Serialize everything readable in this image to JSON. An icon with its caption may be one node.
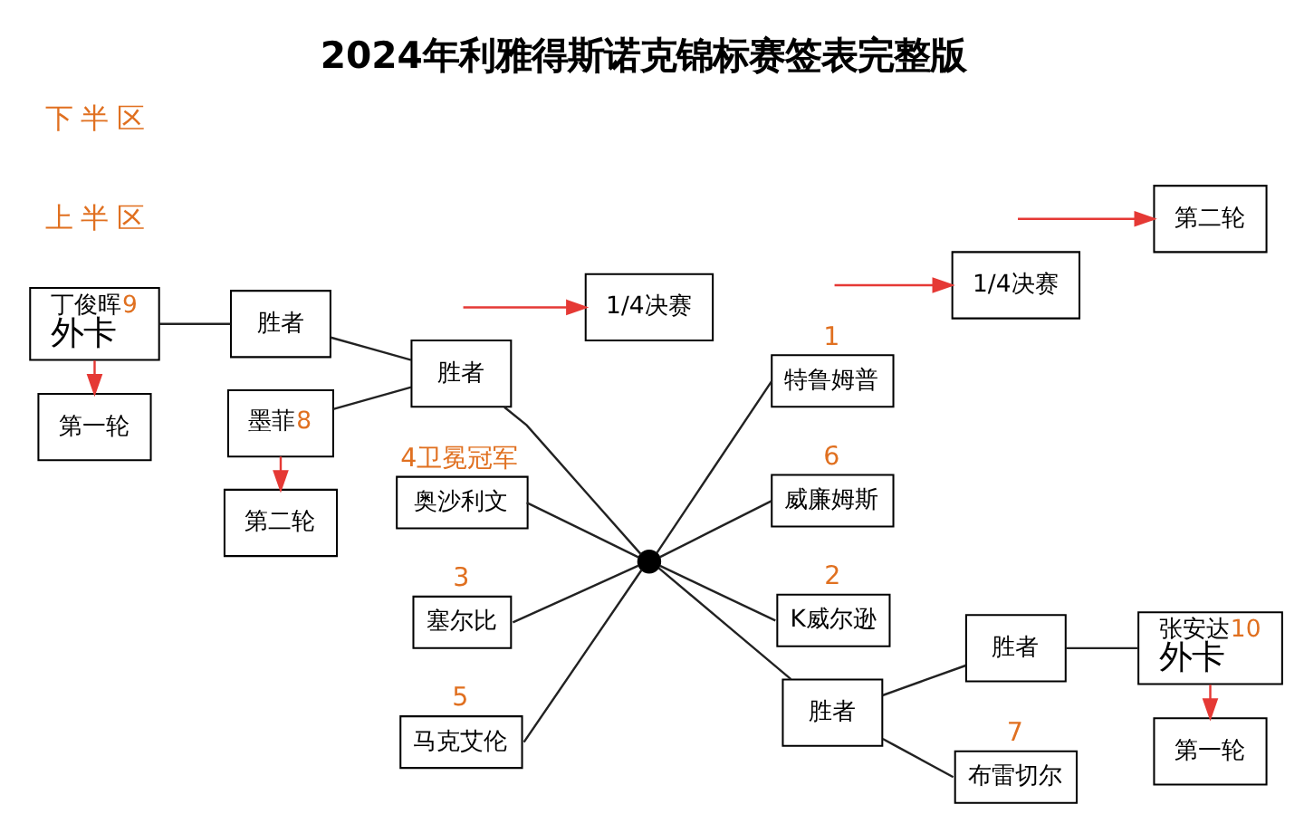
{
  "diagram": {
    "title": "2024年利雅得斯诺克锦标赛签表完整版",
    "nodes": [
      {
        "text": [
          "丁俊晖9",
          "外卡"
        ]
      },
      {
        "text": [
          "胜者"
        ]
      },
      {
        "text": [
          "墨菲8"
        ]
      },
      {
        "text": [
          "胜者"
        ]
      },
      {
        "text": [
          "奥沙利文"
        ],
        "beside": [
          "4卫冕冠军"
        ]
      },
      {
        "text": [
          "塞尔比"
        ],
        "beside": [
          "3"
        ]
      },
      {
        "text": [
          "马克艾伦"
        ],
        "beside": [
          "5"
        ]
      },
      {
        "text": [],
        "shape": "circle"
      },
      {
        "text": [
          "特鲁姆普"
        ],
        "beside": [
          "1"
        ]
      },
      {
        "text": [
          "威廉姆斯"
        ],
        "beside": [
          "6"
        ]
      },
      {
        "text": [
          "K威尔逊"
        ],
        "beside": [
          "2"
        ]
      },
      {
        "text": [
          "胜者"
        ]
      },
      {
        "text": [
          "胜者"
        ]
      },
      {
        "text": [
          "布雷切尔"
        ],
        "beside": [
          "7"
        ]
      },
      {
        "text": [
          "张安达10",
          "外卡"
        ]
      },
      {
        "text": [
          "第一轮"
        ]
      },
      {
        "text": [
          "第二轮"
        ]
      },
      {
        "text": [
          "1/4决赛"
        ]
      },
      {
        "text": [
          "1/4决赛"
        ]
      },
      {
        "text": [
          "第二轮"
        ]
      },
      {
        "text": [
          "第一轮"
        ]
      }
    ],
    "edges": [
      {
        "from": 0,
        "to": 1,
        "arrow": "none"
      },
      {
        "from": 1,
        "to": 3,
        "arrow": "none"
      },
      {
        "from": 2,
        "to": 3,
        "arrow": "none"
      },
      {
        "from": 4,
        "to": 7,
        "arrow": "none"
      },
      {
        "from": 3,
        "to": 7,
        "arrow": "none"
      },
      {
        "from": 5,
        "to": 7,
        "arrow": "none"
      },
      {
        "from": 6,
        "to": 7,
        "arrow": "none"
      },
      {
        "from": 7,
        "to": 8,
        "arrow": "none"
      },
      {
        "from": 7,
        "to": 9,
        "arrow": "none"
      },
      {
        "from": 7,
        "to": 10,
        "arrow": "none"
      },
      {
        "from": 7,
        "to": 11,
        "arrow": "none"
      },
      {
        "from": 11,
        "to": 12,
        "arrow": "none"
      },
      {
        "from": 11,
        "to": 13,
        "arrow": "none"
      },
      {
        "from": 12,
        "to": 14,
        "arrow": "none"
      },
      {
        "from": 0,
        "to": 15,
        "arrow": "to",
        "color": "#e53935"
      },
      {
        "from": 2,
        "to": 16,
        "arrow": "to",
        "color": "#e53935"
      },
      {
        "from": null,
        "to": 17,
        "arrow": "to",
        "color": "#e53935"
      },
      {
        "from": null,
        "to": 18,
        "arrow": "to",
        "color": "#e53935"
      },
      {
        "from": null,
        "to": 19,
        "arrow": "to",
        "color": "#e53935"
      },
      {
        "from": 14,
        "to": 20,
        "arrow": "to",
        "color": "#e53935"
      }
    ],
    "labels": [
      "上 半 区",
      "下 半 区"
    ]
  }
}
